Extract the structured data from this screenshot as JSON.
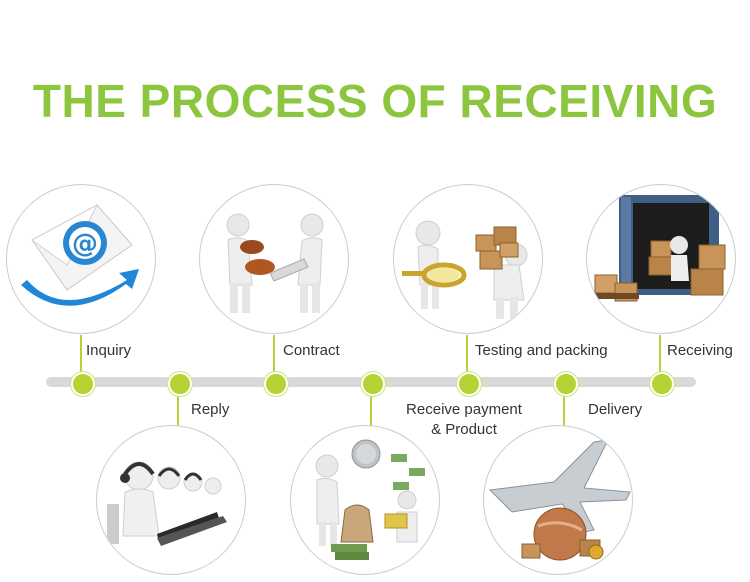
{
  "title": "THE PROCESS OF RECEIVING",
  "steps": [
    {
      "label": "Inquiry",
      "icon": "email-at-icon"
    },
    {
      "label": "Reply",
      "icon": "call-center-icon"
    },
    {
      "label": "Contract",
      "icon": "handshake-signing-icon"
    },
    {
      "label": "Receive payment\n& Product",
      "icon": "money-payment-icon"
    },
    {
      "label": "Testing and packing",
      "icon": "magnifier-boxes-icon"
    },
    {
      "label": "Delivery",
      "icon": "airplane-globe-icon"
    },
    {
      "label": "Receiving",
      "icon": "container-boxes-icon"
    }
  ],
  "colors": {
    "title": "#8cc63f",
    "node": "#b5d334",
    "timeline": "#d9d9d9"
  }
}
